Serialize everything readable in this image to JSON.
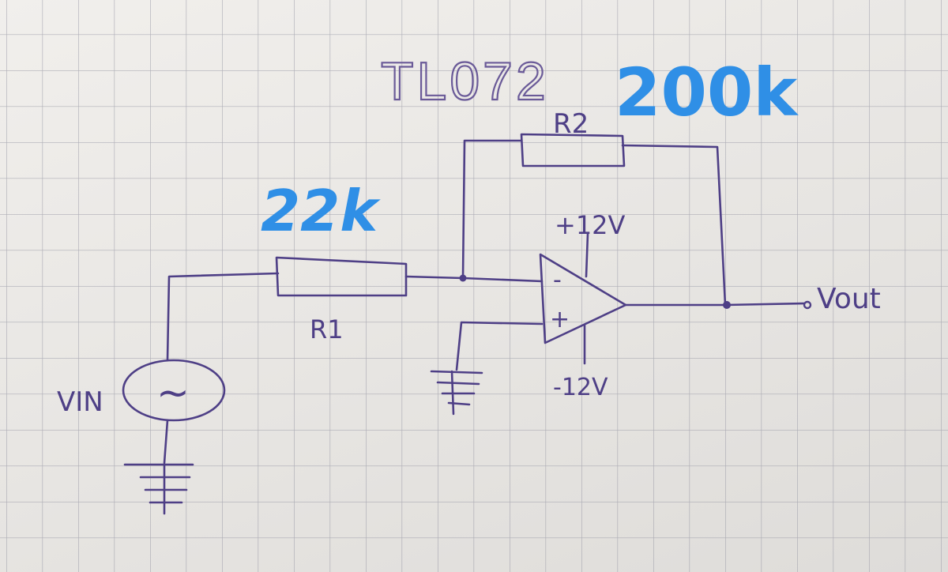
{
  "diagram": {
    "chip_label": "TL072",
    "r2_value": "200k",
    "r2_label": "R2",
    "r1_value": "22k",
    "r1_label": "R1",
    "vplus_label": "+12V",
    "vminus_label": "-12V",
    "vin_label": "VIN",
    "vout_label": "Vout",
    "inverting_sign": "-",
    "noninverting_sign": "+",
    "source_symbol": "~"
  },
  "colors": {
    "ink": "#4e3f86",
    "marker": "#2f8fe6",
    "grid": "#9a9aa6"
  }
}
